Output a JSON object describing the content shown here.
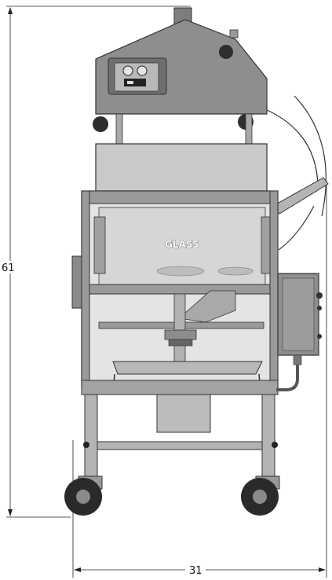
{
  "drawing": {
    "glass_label": "GLASS",
    "height_dimension": "61",
    "width_dimension": "31"
  },
  "colors": {
    "frame": "#8e8e8e",
    "frame_dark": "#5f5f5f",
    "panel": "#c9c9c9",
    "glass": "#d9d9d9",
    "wheel": "#2a2a2a",
    "line": "#222222"
  }
}
